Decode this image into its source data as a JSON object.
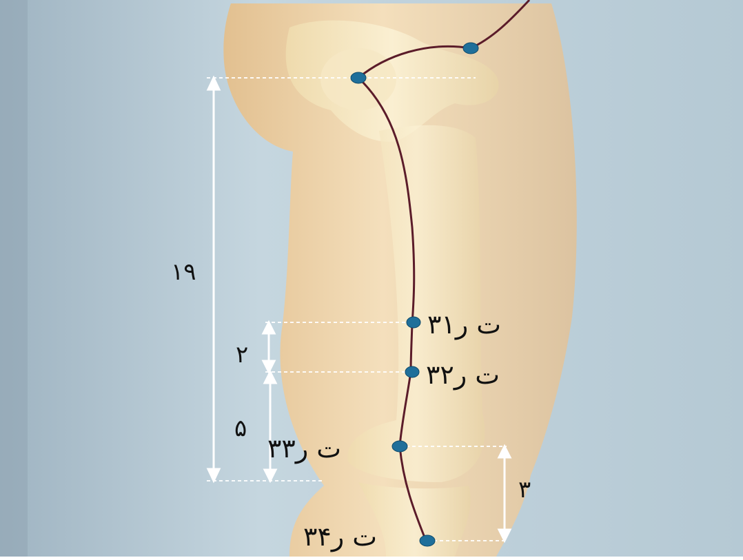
{
  "colors": {
    "background": "#b9cdd8",
    "skin": "#ecd3ab",
    "bone": "#f4e7c4",
    "meridian": "#5b1c2a",
    "point": "#1f6f9a",
    "guide": "#ffffff"
  },
  "measurements": {
    "total": "۱۹",
    "upper": "۲",
    "middle": "۵",
    "lower": "۳"
  },
  "points": {
    "p31": "ت ر۳۱",
    "p32": "ت ر۳۲",
    "p33": "ت ر۳۳",
    "p34": "ت ر۳۴"
  }
}
